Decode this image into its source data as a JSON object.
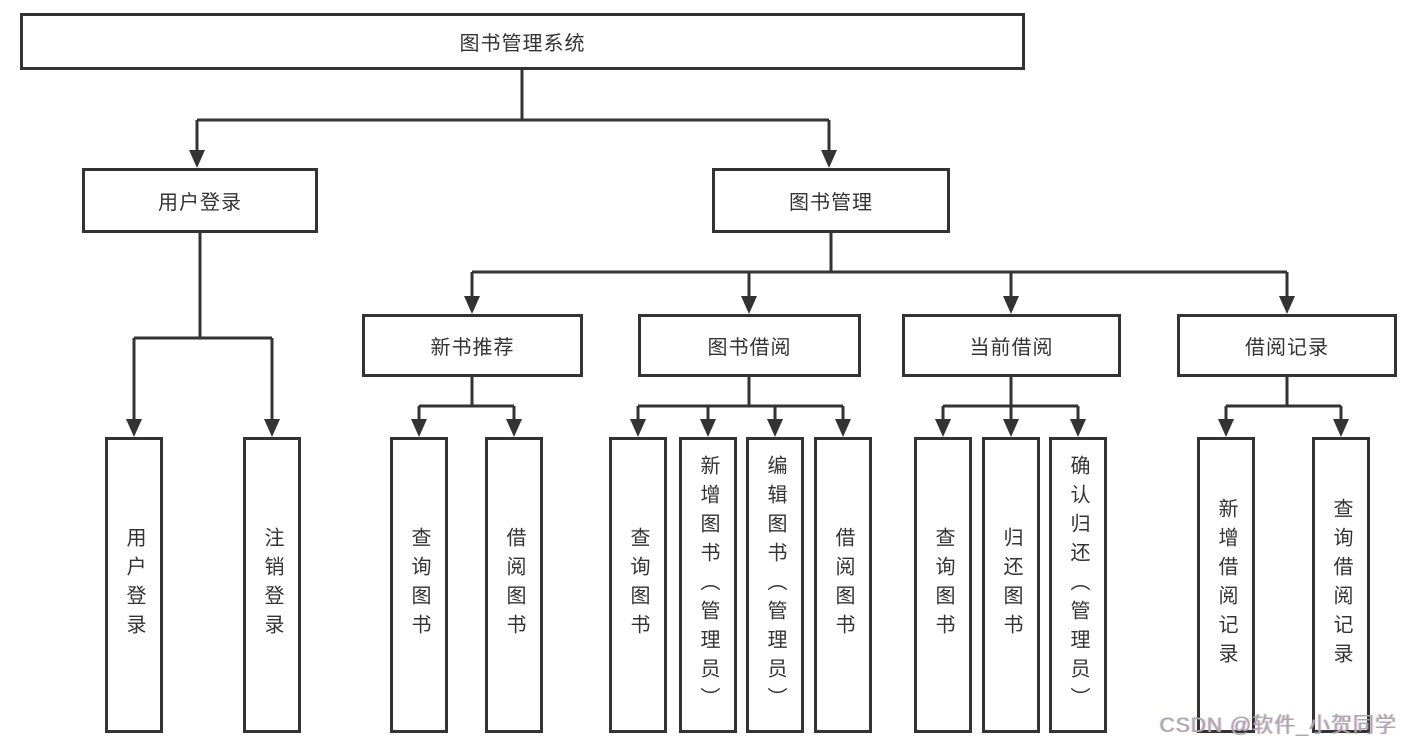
{
  "diagram": {
    "root": {
      "label": "图书管理系统"
    },
    "branches": [
      {
        "label": "用户登录",
        "leaves": [
          {
            "label": "用户登录"
          },
          {
            "label": "注销登录"
          }
        ]
      },
      {
        "label": "图书管理",
        "sections": [
          {
            "label": "新书推荐",
            "leaves": [
              {
                "label": "查询图书"
              },
              {
                "label": "借阅图书"
              }
            ]
          },
          {
            "label": "图书借阅",
            "leaves": [
              {
                "label": "查询图书"
              },
              {
                "label": "新增图书（管理员）"
              },
              {
                "label": "编辑图书（管理员）"
              },
              {
                "label": "借阅图书"
              }
            ]
          },
          {
            "label": "当前借阅",
            "leaves": [
              {
                "label": "查询图书"
              },
              {
                "label": "归还图书"
              },
              {
                "label": "确认归还（管理员）"
              }
            ]
          },
          {
            "label": "借阅记录",
            "leaves": [
              {
                "label": "新增借阅记录"
              },
              {
                "label": "查询借阅记录"
              }
            ]
          }
        ]
      }
    ]
  },
  "watermark": {
    "text": "CSDN @软件_小贺同学"
  },
  "colors": {
    "line": "#333333",
    "box_border": "#333333",
    "text": "#333333",
    "background": "#ffffff",
    "watermark": "#a9a9a9"
  }
}
